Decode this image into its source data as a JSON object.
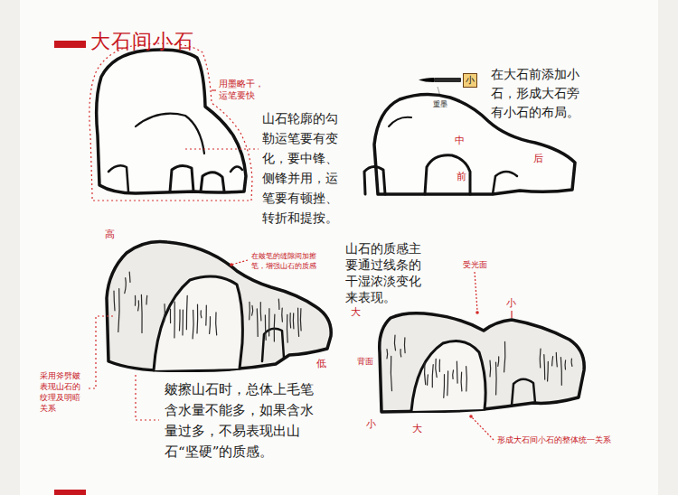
{
  "diagram": {
    "title": "大石间小石",
    "nodes": [
      {
        "text": [
          "小"
        ]
      }
    ],
    "labels": [
      "用墨略干，运笔要快",
      "山石轮廓的勾勒运笔要有变化，要中锋、侧锋并用，运笔要有顿挫、转折和提按。",
      "重墨",
      "在大石前添加小石，形成大石旁有小石的布局。",
      "中",
      "后",
      "前",
      "高",
      "在皴笔的缝隙间加擦笔，增强山石的质感",
      "山石的质感主要通过线条的干湿浓淡变化来表现。",
      "受光面",
      "大",
      "小",
      "低",
      "背面",
      "采用斧劈皴表现山石的纹理及明暗关系",
      "皴擦山石时，总体上毛笔含水量不能多，如果含水量过多，不易表现出山石“坚硬”的质感。",
      "小",
      "大",
      "形成大石间小石的整体统一关系"
    ]
  }
}
